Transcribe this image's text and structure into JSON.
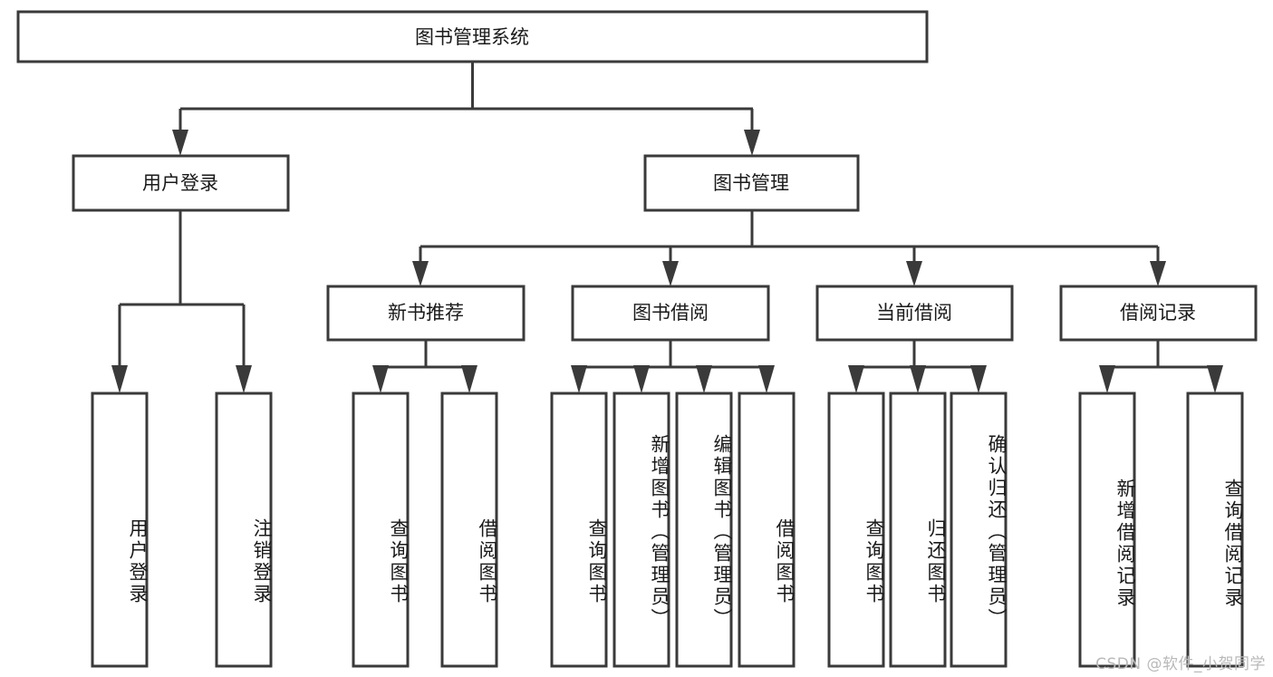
{
  "diagram": {
    "type": "tree",
    "title": "图书管理系统",
    "orientation": "top-down",
    "colors": {
      "box_stroke": "#3a3a3a",
      "box_fill": "#ffffff",
      "text": "#1a1a1a",
      "background": "#ffffff",
      "watermark": "#b9b9b9"
    }
  },
  "root": {
    "label": "图书管理系统"
  },
  "level2": [
    {
      "label": "用户登录"
    },
    {
      "label": "图书管理"
    }
  ],
  "level3": [
    {
      "label": "新书推荐"
    },
    {
      "label": "图书借阅"
    },
    {
      "label": "当前借阅"
    },
    {
      "label": "借阅记录"
    }
  ],
  "leaves": {
    "user_login": [
      {
        "label": "用户登录"
      },
      {
        "label": "注销登录"
      }
    ],
    "new_book_recommend": [
      {
        "label": "查询图书"
      },
      {
        "label": "借阅图书"
      }
    ],
    "book_borrow": [
      {
        "label": "查询图书"
      },
      {
        "label": "新增图书（管理员）"
      },
      {
        "label": "编辑图书（管理员）"
      },
      {
        "label": "借阅图书"
      }
    ],
    "current_borrow": [
      {
        "label": "查询图书"
      },
      {
        "label": "归还图书"
      },
      {
        "label": "确认归还（管理员）"
      }
    ],
    "borrow_records": [
      {
        "label": "新增借阅记录"
      },
      {
        "label": "查询借阅记录"
      }
    ]
  },
  "watermark": {
    "text": "CSDN @软件_小贺同学"
  }
}
